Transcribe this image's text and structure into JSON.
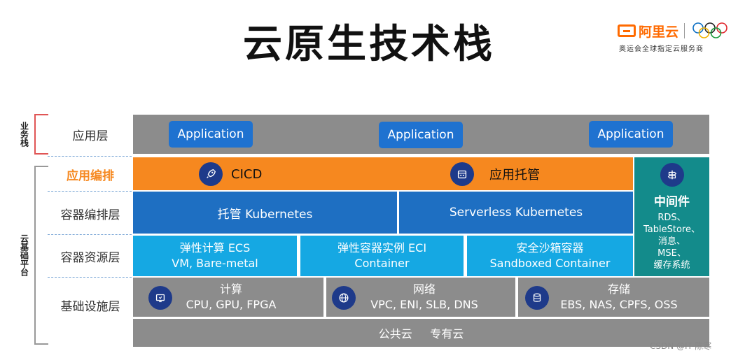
{
  "title": "云原生技术栈",
  "logo": {
    "brand": "阿里云",
    "slogan": "奥运会全球指定云服务商"
  },
  "categories": {
    "business": "业务栈",
    "platform": "云基础平台"
  },
  "layers": {
    "app": "应用层",
    "orchestration": "应用编排",
    "container_orchestration": "容器编排层",
    "container_resource": "容器资源层",
    "infrastructure": "基础设施层"
  },
  "application_buttons": [
    "Application",
    "Application",
    "Application"
  ],
  "orchestration": {
    "cicd": "CICD",
    "hosting": "应用托管"
  },
  "middleware": {
    "title": "中间件",
    "items": [
      "RDS、",
      "TableStore、",
      "消息、",
      "MSE、",
      "缓存系统"
    ]
  },
  "kubernetes": {
    "managed": "托管 Kubernetes",
    "serverless": "Serverless Kubernetes"
  },
  "resources": [
    {
      "title": "弹性计算 ECS",
      "sub": "VM, Bare-metal"
    },
    {
      "title": "弹性容器实例 ECI",
      "sub": "Container"
    },
    {
      "title": "安全沙箱容器",
      "sub": "Sandboxed Container"
    }
  ],
  "infrastructure": [
    {
      "title": "计算",
      "sub": "CPU, GPU, FPGA",
      "icon": "monitor-icon"
    },
    {
      "title": "网络",
      "sub": "VPC, ENI, SLB, DNS",
      "icon": "globe-icon"
    },
    {
      "title": "存储",
      "sub": "EBS, NAS, CPFS, OSS",
      "icon": "database-icon"
    }
  ],
  "cloud_types": "公共云     专有云",
  "watermark": "CSDN @IT-陈寒",
  "colors": {
    "gray": "#8c8c8c",
    "orange": "#f6881f",
    "blue_dark": "#1e6fc2",
    "blue_light": "#15a8e3",
    "teal": "#138b8b",
    "accent_label": "#f6881f"
  }
}
